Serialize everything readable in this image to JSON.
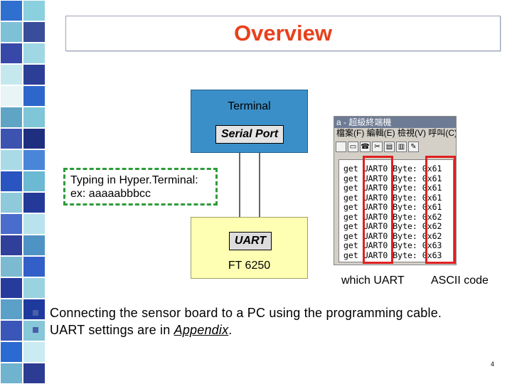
{
  "slide": {
    "title": "Overview",
    "page_number": "4"
  },
  "diagram": {
    "terminal_label": "Terminal",
    "serial_port_label": "Serial Port",
    "uart_label": "UART",
    "ft_label": "FT 6250",
    "typing_line1": "Typing in Hyper.Terminal:",
    "typing_line2": "ex: aaaaabbbcc"
  },
  "hyperterminal": {
    "window_title": "a - 超級終端機",
    "menu": [
      "檔案(F)",
      "編輯(E)",
      "檢視(V)",
      "呼叫(C)"
    ],
    "log_lines": [
      "get UART0 Byte: 0x61",
      "get UART0 Byte: 0x61",
      "get UART0 Byte: 0x61",
      "get UART0 Byte: 0x61",
      "get UART0 Byte: 0x61",
      "get UART0 Byte: 0x62",
      "get UART0 Byte: 0x62",
      "get UART0 Byte: 0x62",
      "get UART0 Byte: 0x63",
      "get UART0 Byte: 0x63"
    ],
    "caption_uart": "which UART",
    "caption_ascii": "ASCII code"
  },
  "bullets": {
    "item1": "Connecting the sensor board to a PC using the programming cable.",
    "item2_prefix": "UART settings are in ",
    "item2_link": "Appendix",
    "item2_suffix": "."
  },
  "colors": {
    "title": "#e8401c",
    "terminal_fill": "#3a8fc8",
    "ft_fill": "#ffffb3",
    "dashed_border": "#2e9b3a",
    "highlight": "#e02020",
    "bullet": "#4a5fa8"
  }
}
